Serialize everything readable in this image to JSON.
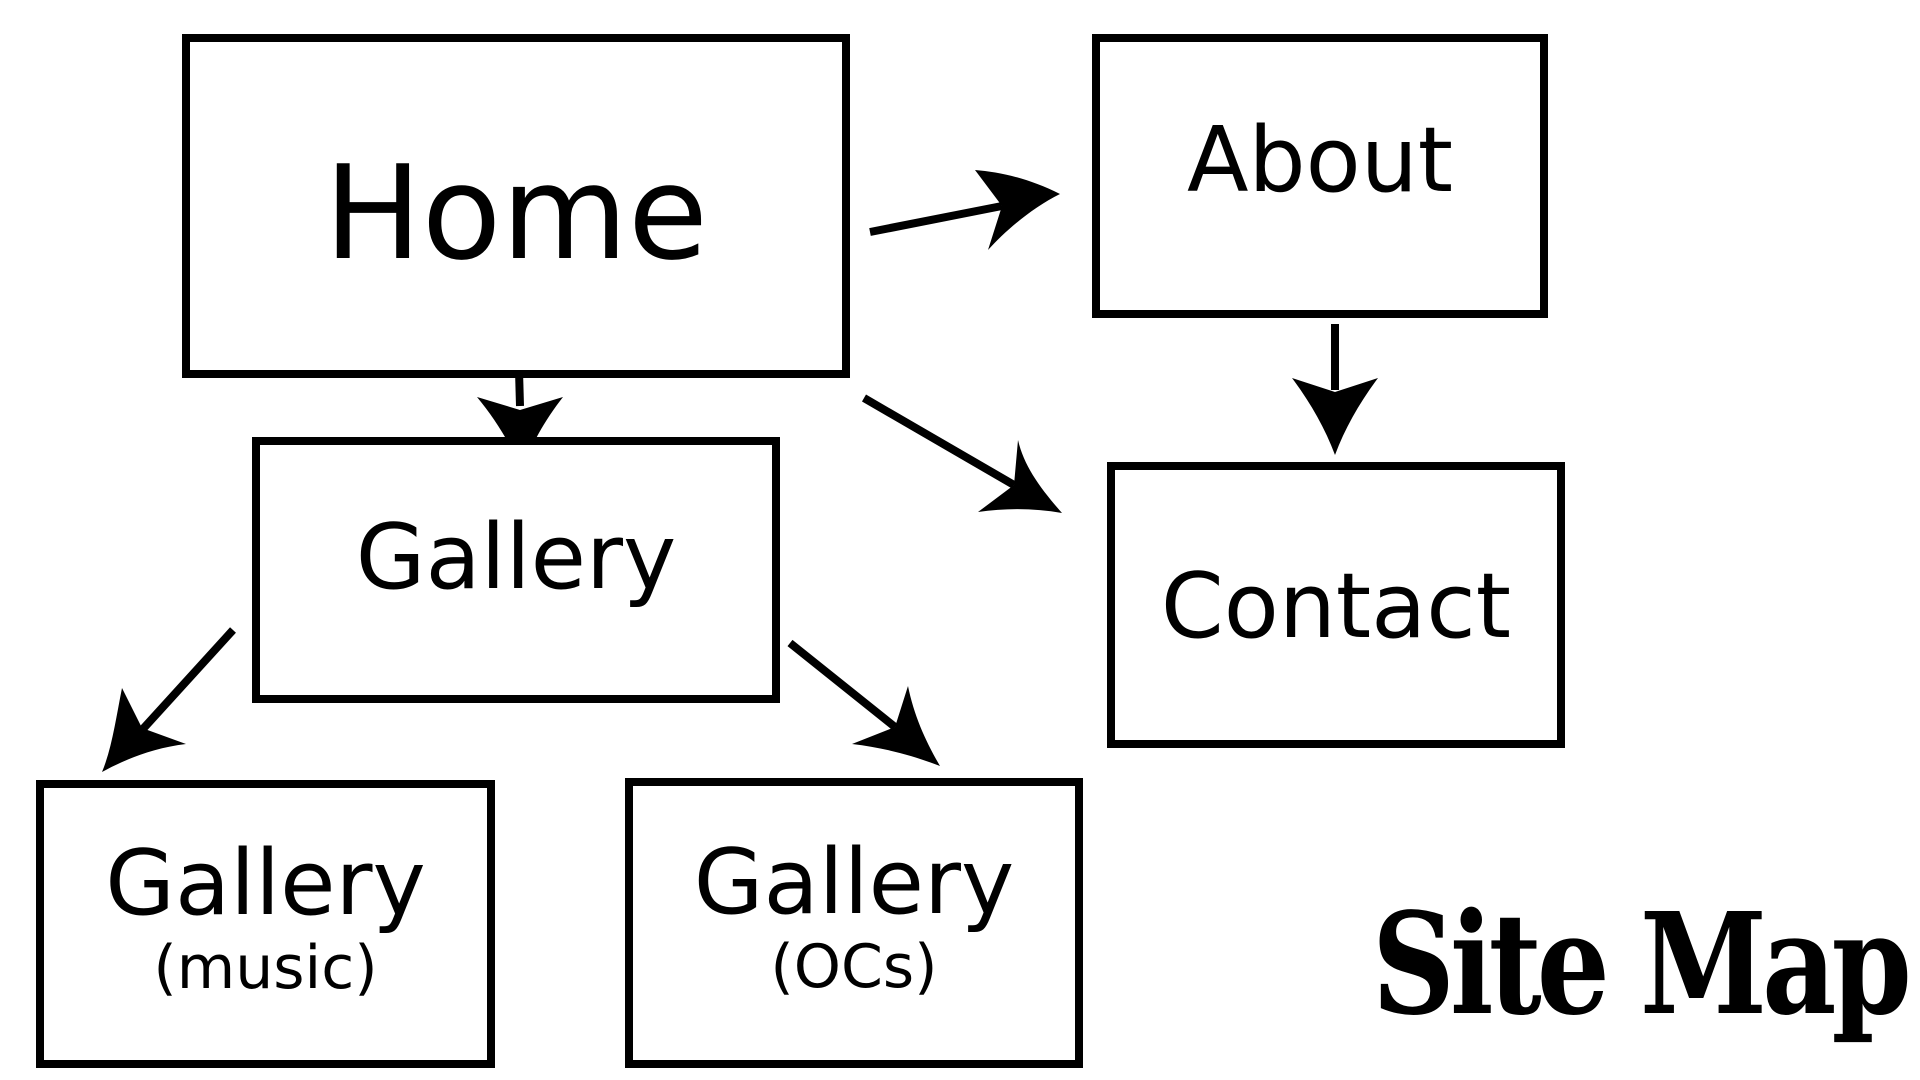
{
  "diagram": {
    "title": "Site Map",
    "nodes": {
      "home": {
        "label": "Home"
      },
      "about": {
        "label": "About"
      },
      "gallery": {
        "label": "Gallery"
      },
      "contact": {
        "label": "Contact"
      },
      "gallery_music": {
        "label": "Gallery",
        "sublabel": "(music)"
      },
      "gallery_ocs": {
        "label": "Gallery",
        "sublabel": "(OCs)"
      }
    },
    "edges": [
      {
        "from": "Home",
        "to": "About"
      },
      {
        "from": "Home",
        "to": "Gallery"
      },
      {
        "from": "Home",
        "to": "Contact"
      },
      {
        "from": "About",
        "to": "Contact"
      },
      {
        "from": "Gallery",
        "to": "Gallery (music)"
      },
      {
        "from": "Gallery",
        "to": "Gallery (OCs)"
      }
    ],
    "colors": {
      "stroke": "#000000",
      "background": "#ffffff"
    }
  }
}
